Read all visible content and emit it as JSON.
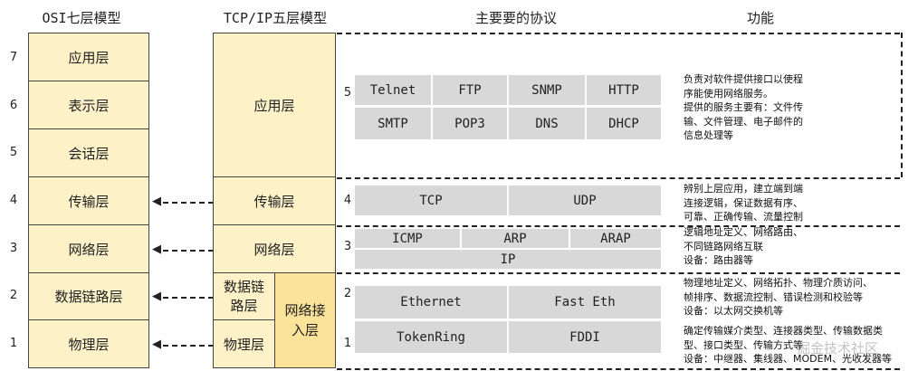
{
  "headers": {
    "osi": "OSI七层模型",
    "tcpip": "TCP/IP五层模型",
    "protocols": "主要要的协议",
    "functions": "功能"
  },
  "osi": {
    "numbers": [
      "7",
      "6",
      "5",
      "4",
      "3",
      "2",
      "1"
    ],
    "layers": [
      "应用层",
      "表示层",
      "会话层",
      "传输层",
      "网络层",
      "数据链路层",
      "物理层"
    ]
  },
  "tcpip": {
    "application": "应用层",
    "transport": "传输层",
    "network": "网络层",
    "datalink": "数据链路层",
    "physical": "物理层",
    "network_access": "网络接入层",
    "numbers": [
      "5",
      "4",
      "3",
      "2",
      "1"
    ]
  },
  "protocols": {
    "row5a": [
      "Telnet",
      "FTP",
      "SNMP",
      "HTTP"
    ],
    "row5b": [
      "SMTP",
      "POP3",
      "DNS",
      "DHCP"
    ],
    "row4": [
      "TCP",
      "UDP"
    ],
    "row3a": [
      "ICMP",
      "ARP",
      "ARAP"
    ],
    "row3b": [
      "IP"
    ],
    "row2": [
      "Ethernet",
      "Fast Eth"
    ],
    "row1": [
      "TokenRing",
      "FDDI"
    ]
  },
  "functions": {
    "f5": [
      "负责对软件提供接口以使程",
      "序能使用网络服务。",
      "提供的服务主要有：文件传",
      "输、文件管理、电子邮件的",
      "信息处理等"
    ],
    "f4": [
      "辨别上层应用，建立端到端",
      "连接逻辑，保证数据有序、",
      "可靠、正确传输、流量控制"
    ],
    "f3": [
      "逻辑地址定义、网络路由、",
      "不同链路网络互联",
      "设备：路由器等"
    ],
    "f2": [
      "物理地址定义、网络拓扑、物理介质访问、",
      "帧排序、数据流控制、错误检测和校验等",
      "设备：以太网交换机等"
    ],
    "f1": [
      "确定传输媒介类型、连接器类型、传输数据类",
      "型、接口类型、传输方式等",
      "设备：中继器、集线器、MODEM、光收发器等"
    ]
  },
  "watermark": "掘金技术社区"
}
